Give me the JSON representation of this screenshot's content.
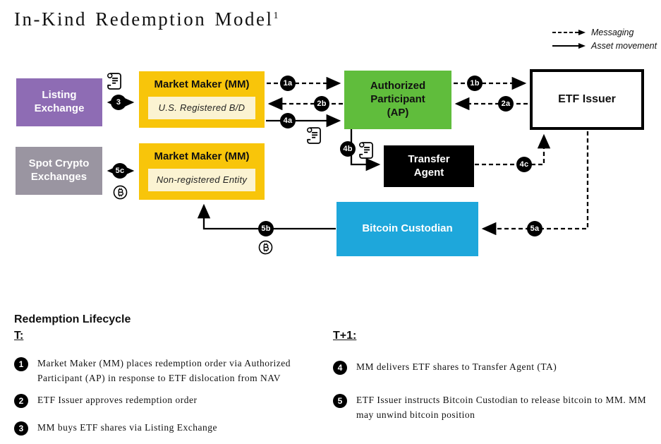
{
  "title": {
    "text": "In-Kind Redemption Model",
    "footnote_marker": "1"
  },
  "legend": {
    "messaging_label": "Messaging",
    "asset_label": "Asset movement"
  },
  "diagram": {
    "nodes": {
      "listing_exchange": {
        "label": "Listing Exchange"
      },
      "market_maker_registered": {
        "label": "Market Maker (MM)",
        "sublabel": "U.S. Registered B/D"
      },
      "authorized_participant": {
        "label": "Authorized Participant (AP)"
      },
      "etf_issuer": {
        "label": "ETF Issuer"
      },
      "spot_crypto_exchanges": {
        "label": "Spot Crypto Exchanges"
      },
      "market_maker_nonregistered": {
        "label": "Market Maker (MM)",
        "sublabel": "Non-registered Entity"
      },
      "transfer_agent": {
        "label": "Transfer Agent"
      },
      "bitcoin_custodian": {
        "label": "Bitcoin Custodian"
      }
    },
    "badges": {
      "b1a": "1a",
      "b1b": "1b",
      "b2a": "2a",
      "b2b": "2b",
      "b3": "3",
      "b4a": "4a",
      "b4b": "4b",
      "b4c": "4c",
      "b5a": "5a",
      "b5b": "5b",
      "b5c": "5c"
    },
    "icons": {
      "scroll": "scroll-icon (share certificate)",
      "bitcoin": "bitcoin-icon"
    }
  },
  "lifecycle": {
    "heading": "Redemption Lifecycle",
    "columns": [
      {
        "header": "T:",
        "items": [
          {
            "num": "1",
            "text": "Market Maker (MM) places redemption order via Authorized Participant (AP) in response to ETF dislocation from NAV"
          },
          {
            "num": "2",
            "text": "ETF Issuer approves redemption order"
          },
          {
            "num": "3",
            "text": "MM buys ETF shares via Listing Exchange"
          }
        ]
      },
      {
        "header": "T+1:",
        "items": [
          {
            "num": "4",
            "text": "MM delivers ETF shares to Transfer Agent (TA)"
          },
          {
            "num": "5",
            "text": "ETF Issuer instructs Bitcoin Custodian to release bitcoin to MM. MM may unwind bitcoin position"
          }
        ]
      }
    ]
  },
  "colors": {
    "purple": "#8E6CB4",
    "yellow": "#F8C50A",
    "cream": "#FBF3D2",
    "green": "#60BD3C",
    "gray": "#9A95A1",
    "cyan": "#1EA7DB",
    "black": "#000000"
  }
}
